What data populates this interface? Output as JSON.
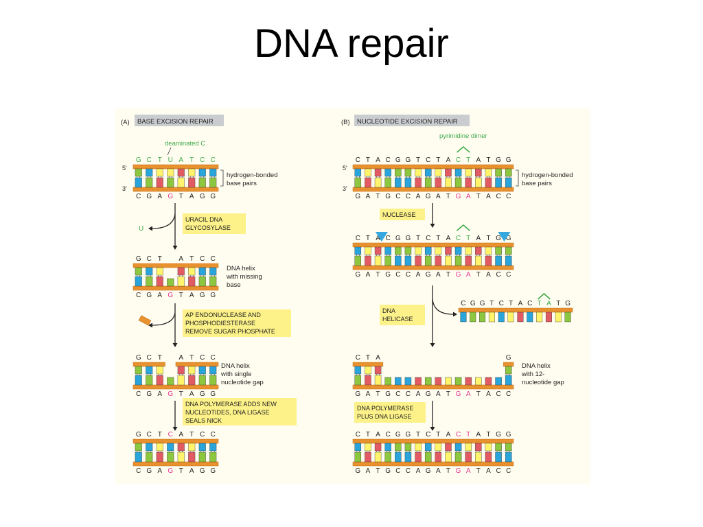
{
  "title": "DNA repair",
  "colors": {
    "backbone": "#e8912f",
    "backbone_dark": "#c06d17",
    "green": "#8dc63f",
    "blue": "#2aa5dc",
    "yellow": "#fff46b",
    "red": "#e25b63",
    "label_bg": "#fdf28a",
    "header_bg": "#c9cdcf",
    "seq_green": "#3fa94a",
    "seq_pink": "#e2348f",
    "nuclease_blue": "#35a9df",
    "text": "#1f1f1f"
  },
  "panelA": {
    "header_letter": "(A)",
    "header_label": "BASE EXCISION REPAIR",
    "annotation_deaminated": "deaminated C",
    "prime5": "5'",
    "prime3": "3'",
    "hb_label_line1": "hydrogen-bonded",
    "hb_label_line2": "base pairs",
    "removed_base": "U",
    "enzyme1_line1": "URACIL DNA",
    "enzyme1_line2": "GLYCOSYLASE",
    "state_missing_line1": "DNA helix",
    "state_missing_line2": "with missing",
    "state_missing_line3": "base",
    "enzyme2_line1": "AP ENDONUCLEASE AND",
    "enzyme2_line2": "PHOSPHODIESTERASE",
    "enzyme2_line3": "REMOVE SUGAR PHOSPHATE",
    "state_gap_line1": "DNA helix",
    "state_gap_line2": "with single",
    "state_gap_line3": "nucleotide gap",
    "enzyme3_line1": "DNA POLYMERASE ADDS NEW",
    "enzyme3_line2": "NUCLEOTIDES, DNA LIGASE",
    "enzyme3_line3": "SEALS NICK",
    "stages": [
      {
        "top": [
          "G",
          "C",
          "T",
          "U",
          "A",
          "T",
          "C",
          "C"
        ],
        "bottom": [
          "C",
          "G",
          "A",
          "G",
          "T",
          "A",
          "G",
          "G"
        ]
      },
      {
        "top": [
          "G",
          "C",
          "T",
          "",
          "A",
          "T",
          "C",
          "C"
        ],
        "bottom": [
          "C",
          "G",
          "A",
          "G",
          "T",
          "A",
          "G",
          "G"
        ]
      },
      {
        "top": [
          "G",
          "C",
          "T",
          "",
          "A",
          "T",
          "C",
          "C"
        ],
        "bottom": [
          "C",
          "G",
          "A",
          "G",
          "T",
          "A",
          "G",
          "G"
        ]
      },
      {
        "top": [
          "G",
          "C",
          "T",
          "C",
          "A",
          "T",
          "C",
          "C"
        ],
        "bottom": [
          "C",
          "G",
          "A",
          "G",
          "T",
          "A",
          "G",
          "G"
        ]
      }
    ]
  },
  "panelB": {
    "header_letter": "(B)",
    "header_label": "NUCLEOTIDE EXCISION REPAIR",
    "annotation_dimer": "pyrimidine dimer",
    "prime5": "5'",
    "prime3": "3'",
    "hb_label_line1": "hydrogen-bonded",
    "hb_label_line2": "base pairs",
    "enzyme1": "NUCLEASE",
    "enzyme2_line1": "DNA",
    "enzyme2_line2": "HELICASE",
    "state_gap_line1": "DNA helix",
    "state_gap_line2": "with 12-",
    "state_gap_line3": "nucleotide gap",
    "enzyme3_line1": "DNA POLYMERASE",
    "enzyme3_line2": "PLUS DNA LIGASE",
    "stages": [
      {
        "top": [
          "C",
          "T",
          "A",
          "C",
          "G",
          "G",
          "T",
          "C",
          "T",
          "A",
          "C",
          "T",
          "A",
          "T",
          "G",
          "G"
        ],
        "bottom": [
          "G",
          "A",
          "T",
          "G",
          "C",
          "C",
          "A",
          "G",
          "A",
          "T",
          "G",
          "A",
          "T",
          "A",
          "C",
          "C"
        ]
      },
      {
        "top": [
          "C",
          "T",
          "A",
          "C",
          "G",
          "G",
          "T",
          "C",
          "T",
          "A",
          "C",
          "T",
          "A",
          "T",
          "G",
          "G"
        ],
        "bottom": [
          "G",
          "A",
          "T",
          "G",
          "C",
          "C",
          "A",
          "G",
          "A",
          "T",
          "G",
          "A",
          "T",
          "A",
          "C",
          "C"
        ]
      },
      {
        "top": [
          "C",
          "T",
          "A",
          "",
          "",
          "",
          "",
          "",
          "",
          "",
          "",
          "",
          "",
          "",
          "",
          "G"
        ],
        "bottom": [
          "G",
          "A",
          "T",
          "G",
          "C",
          "C",
          "A",
          "G",
          "A",
          "T",
          "G",
          "A",
          "T",
          "A",
          "C",
          "C"
        ]
      },
      {
        "top": [
          "C",
          "T",
          "A",
          "C",
          "G",
          "G",
          "T",
          "C",
          "T",
          "A",
          "C",
          "T",
          "A",
          "T",
          "G",
          "G"
        ],
        "bottom": [
          "G",
          "A",
          "T",
          "G",
          "C",
          "C",
          "A",
          "G",
          "A",
          "T",
          "G",
          "A",
          "T",
          "A",
          "C",
          "C"
        ]
      }
    ],
    "excised_fragment": [
      "C",
      "G",
      "G",
      "T",
      "C",
      "T",
      "A",
      "C",
      "T",
      "A",
      "T",
      "G"
    ]
  }
}
